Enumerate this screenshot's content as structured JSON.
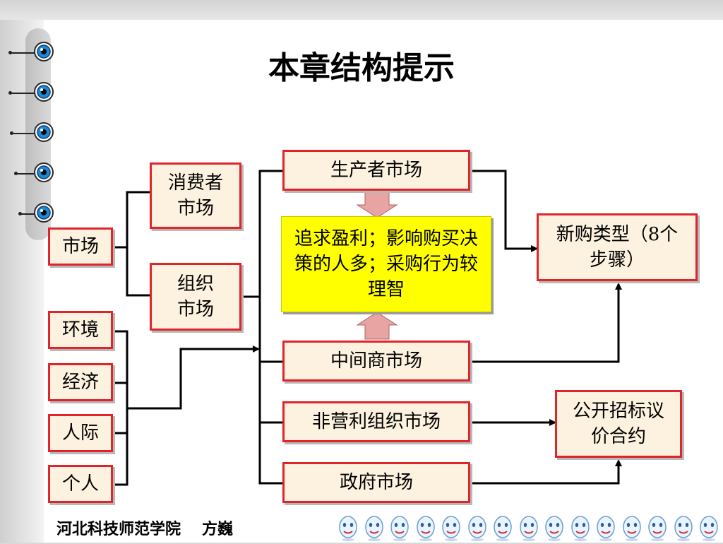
{
  "title": "本章结构提示",
  "boxes": {
    "market": "市场",
    "consumer_market": "消费者市场",
    "org_market": "组织市场",
    "producer_market": "生产者市场",
    "pursuit_note": "追求盈利；影响购买决策的人多；采购行为较理智",
    "intermediary_market": "中间商市场",
    "nonprofit_market": "非营利组织市场",
    "government_market": "政府市场",
    "new_buy": "新购类型（8个步骤）",
    "public_bid": "公开招标议价合约",
    "environment": "环境",
    "economy": "经济",
    "interpersonal": "人际",
    "individual": "个人"
  },
  "footer": {
    "institution": "河北科技师范学院",
    "author": "方巍"
  },
  "icons": {
    "binder_ring": "eye-ring-icon",
    "footer_face": "smiley-face-icon"
  },
  "colors": {
    "box_border": "#e0242a",
    "box_fill": "#fdf2df",
    "highlight_fill": "#ffff00",
    "arrow_fill": "#e8a3a3",
    "ring_blue": "#1e88d8"
  }
}
